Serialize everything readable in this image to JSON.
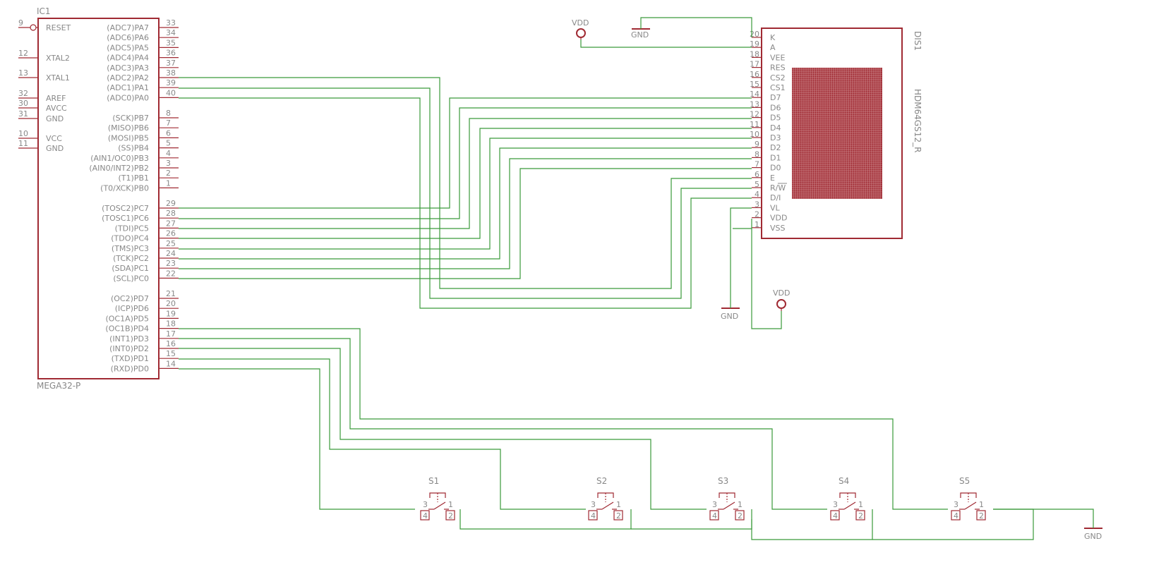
{
  "ic1": {
    "ref": "IC1",
    "value": "MEGA32-P",
    "left_pins": [
      {
        "num": "9",
        "name": "RESET"
      },
      {
        "num": "12",
        "name": "XTAL2"
      },
      {
        "num": "13",
        "name": "XTAL1"
      },
      {
        "num": "32",
        "name": "AREF"
      },
      {
        "num": "30",
        "name": "AVCC"
      },
      {
        "num": "31",
        "name": "GND"
      },
      {
        "num": "10",
        "name": "VCC"
      },
      {
        "num": "11",
        "name": "GND"
      }
    ],
    "right_pins": [
      {
        "num": "33",
        "name": "(ADC7)PA7"
      },
      {
        "num": "34",
        "name": "(ADC6)PA6"
      },
      {
        "num": "35",
        "name": "(ADC5)PA5"
      },
      {
        "num": "36",
        "name": "(ADC4)PA4"
      },
      {
        "num": "37",
        "name": "(ADC3)PA3"
      },
      {
        "num": "38",
        "name": "(ADC2)PA2"
      },
      {
        "num": "39",
        "name": "(ADC1)PA1"
      },
      {
        "num": "40",
        "name": "(ADC0)PA0"
      },
      {
        "num": "8",
        "name": "(SCK)PB7"
      },
      {
        "num": "7",
        "name": "(MISO)PB6"
      },
      {
        "num": "6",
        "name": "(MOSI)PB5"
      },
      {
        "num": "5",
        "name": "(SS)PB4"
      },
      {
        "num": "4",
        "name": "(AIN1/OC0)PB3"
      },
      {
        "num": "3",
        "name": "(AIN0/INT2)PB2"
      },
      {
        "num": "2",
        "name": "(T1)PB1"
      },
      {
        "num": "1",
        "name": "(T0/XCK)PB0"
      },
      {
        "num": "29",
        "name": "(TOSC2)PC7"
      },
      {
        "num": "28",
        "name": "(TOSC1)PC6"
      },
      {
        "num": "27",
        "name": "(TDI)PC5"
      },
      {
        "num": "26",
        "name": "(TDO)PC4"
      },
      {
        "num": "25",
        "name": "(TMS)PC3"
      },
      {
        "num": "24",
        "name": "(TCK)PC2"
      },
      {
        "num": "23",
        "name": "(SDA)PC1"
      },
      {
        "num": "22",
        "name": "(SCL)PC0"
      },
      {
        "num": "21",
        "name": "(OC2)PD7"
      },
      {
        "num": "20",
        "name": "(ICP)PD6"
      },
      {
        "num": "19",
        "name": "(OC1A)PD5"
      },
      {
        "num": "18",
        "name": "(OC1B)PD4"
      },
      {
        "num": "17",
        "name": "(INT1)PD3"
      },
      {
        "num": "16",
        "name": "(INT0)PD2"
      },
      {
        "num": "15",
        "name": "(TXD)PD1"
      },
      {
        "num": "14",
        "name": "(RXD)PD0"
      }
    ]
  },
  "dis1": {
    "ref": "DIS1",
    "value": "HDM64GS12_R",
    "pins": [
      {
        "num": "20",
        "name": "K"
      },
      {
        "num": "19",
        "name": "A"
      },
      {
        "num": "18",
        "name": "VEE"
      },
      {
        "num": "17",
        "name": "RES"
      },
      {
        "num": "16",
        "name": "CS2"
      },
      {
        "num": "15",
        "name": "CS1"
      },
      {
        "num": "14",
        "name": "D7"
      },
      {
        "num": "13",
        "name": "D6"
      },
      {
        "num": "12",
        "name": "D5"
      },
      {
        "num": "11",
        "name": "D4"
      },
      {
        "num": "10",
        "name": "D3"
      },
      {
        "num": "9",
        "name": "D2"
      },
      {
        "num": "8",
        "name": "D1"
      },
      {
        "num": "7",
        "name": "D0"
      },
      {
        "num": "6",
        "name": "E"
      },
      {
        "num": "5",
        "name": "R/W"
      },
      {
        "num": "4",
        "name": "D/I"
      },
      {
        "num": "3",
        "name": "VL"
      },
      {
        "num": "2",
        "name": "VDD"
      },
      {
        "num": "1",
        "name": "VSS"
      }
    ]
  },
  "supplies": {
    "vdd1": "VDD",
    "vdd2": "VDD",
    "gnd1": "GND",
    "gnd2": "GND",
    "gnd3": "GND"
  },
  "switches": [
    {
      "ref": "S1",
      "pins": [
        "3",
        "1",
        "4",
        "2"
      ]
    },
    {
      "ref": "S2",
      "pins": [
        "3",
        "1",
        "4",
        "2"
      ]
    },
    {
      "ref": "S3",
      "pins": [
        "3",
        "1",
        "4",
        "2"
      ]
    },
    {
      "ref": "S4",
      "pins": [
        "3",
        "1",
        "4",
        "2"
      ]
    },
    {
      "ref": "S5",
      "pins": [
        "3",
        "1",
        "4",
        "2"
      ]
    }
  ],
  "colors": {
    "symbol": "#a02a33",
    "wire": "#3a9a3a",
    "text": "#888888"
  }
}
